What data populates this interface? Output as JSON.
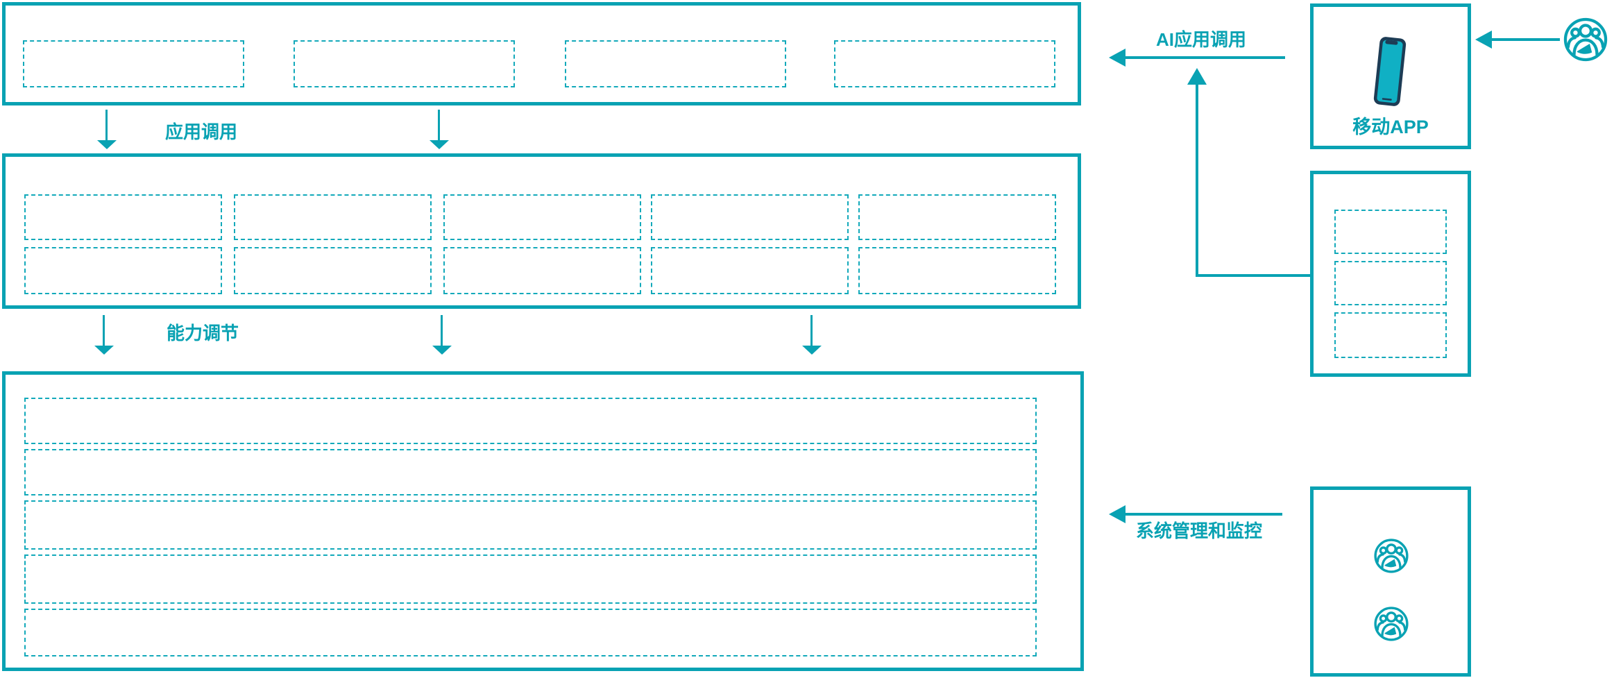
{
  "labels": {
    "app_call": "应用调用",
    "capability_adjust": "能力调节",
    "ai_app_call": "AI应用调用",
    "system_monitor": "系统管理和监控",
    "mobile_app": "移动APP"
  },
  "colors": {
    "teal": "#09a2b3",
    "dash_teal": "#12a9ba",
    "phone_body": "#1d3c55",
    "phone_screen": "#10b0c4"
  },
  "icons": {
    "top_right_user": "users-group-icon",
    "mobile_device": "smartphone-icon",
    "monitor_user_1": "users-group-icon",
    "monitor_user_2": "users-group-icon"
  },
  "structure": {
    "top_band_placeholder_count": 4,
    "middle_band_placeholder_count": 10,
    "bottom_band_placeholder_count": 5,
    "right_api_box_placeholder_count": 3
  }
}
